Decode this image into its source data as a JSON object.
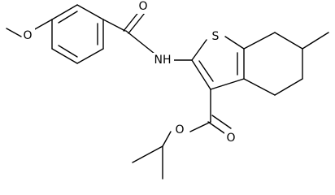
{
  "atoms": {
    "o_methoxy": "O",
    "o_carbonyl_amide": "O",
    "nh": "NH",
    "s": "S",
    "o_ester_single": "O",
    "o_ester_double": "O"
  }
}
